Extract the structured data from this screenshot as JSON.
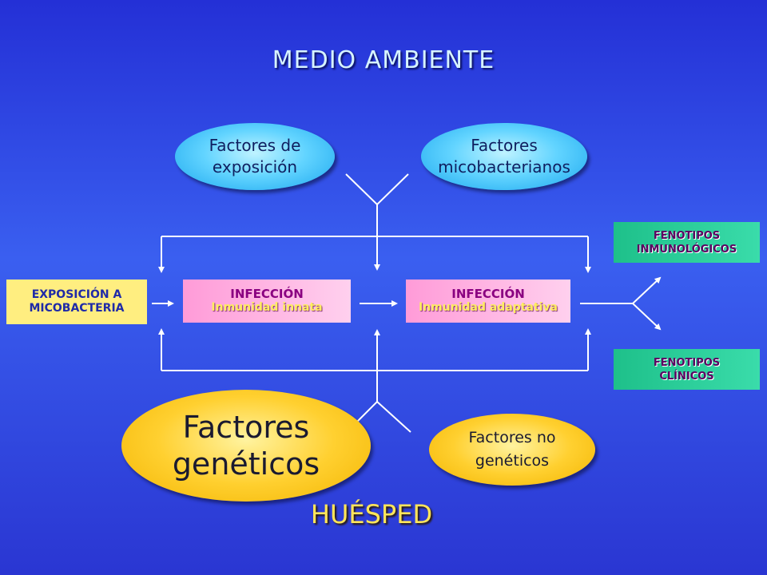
{
  "header": {
    "title": "MEDIO AMBIENTE"
  },
  "footer": {
    "title": "HUÉSPED"
  },
  "environment_factors": {
    "exposure": [
      "Factores de",
      "exposición"
    ],
    "mycobacterial": [
      "Factores",
      "micobacterianos"
    ]
  },
  "host_factors": {
    "genetic": [
      "Factores",
      "genéticos"
    ],
    "non_genetic": [
      "Factores no",
      "genéticos"
    ]
  },
  "flow": {
    "exposure_box": [
      "EXPOSICIÓN A",
      "MICOBACTERIA"
    ],
    "infection_innate": {
      "title": "INFECCIÓN",
      "subtitle": "Inmunidad innata"
    },
    "infection_adaptive": {
      "title": "INFECCIÓN",
      "subtitle": "Inmunidad adaptativa"
    }
  },
  "phenotypes": {
    "immunological": [
      "FENOTIPOS",
      "INMUNOLÓGICOS"
    ],
    "clinical": [
      "FENOTIPOS",
      "CLÍNICOS"
    ]
  },
  "colors": {
    "background": "#2e44e0",
    "title": "#d6f3ff",
    "host_title": "#ffe55a",
    "connector": "#ffffff"
  }
}
